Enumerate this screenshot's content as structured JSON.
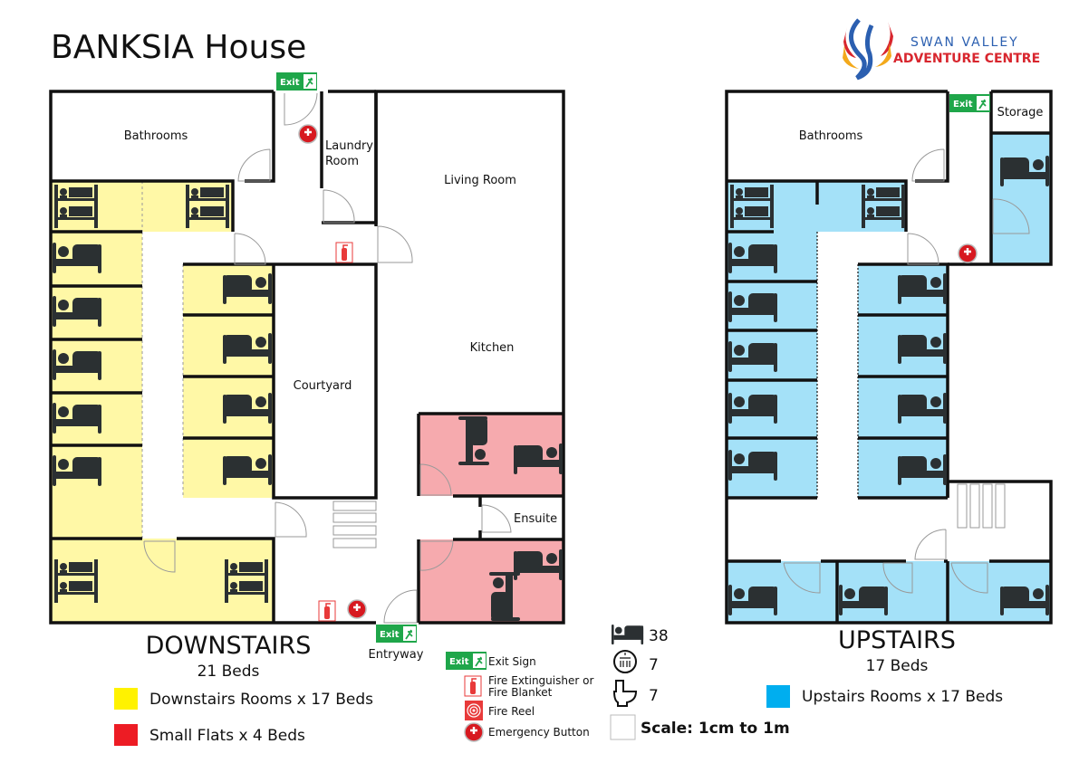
{
  "title": "BANKSIA House",
  "logo": {
    "line1": "SWAN VALLEY",
    "line2": "ADVENTURE CENTRE",
    "colors": {
      "blue": "#2b5fb0",
      "red": "#d8262e",
      "orange": "#f3a91b"
    }
  },
  "downstairs": {
    "heading": "DOWNSTAIRS",
    "beds": "21 Beds",
    "rooms": {
      "bathrooms": "Bathrooms",
      "laundry1": "Laundry",
      "laundry2": "Room",
      "living": "Living Room",
      "kitchen": "Kitchen",
      "courtyard": "Courtyard",
      "ensuite": "Ensuite",
      "entryway": "Entryway"
    }
  },
  "upstairs": {
    "heading": "UPSTAIRS",
    "beds": "17 Beds",
    "rooms": {
      "bathrooms": "Bathrooms",
      "storage": "Storage"
    }
  },
  "exit_label": "Exit",
  "legend": {
    "downstairs_rooms": "Downstairs Rooms x 17 Beds",
    "small_flats": "Small Flats x 4 Beds",
    "upstairs_rooms": "Upstairs Rooms x 17 Beds",
    "exit_sign": "Exit Sign",
    "fire_ext1": "Fire Extinguisher or",
    "fire_ext2": "Fire Blanket",
    "fire_reel": "Fire Reel",
    "emergency": "Emergency Button",
    "scale": "Scale: 1cm to 1m",
    "colors": {
      "yellow": "#fff200",
      "red": "#ed1c24",
      "blue": "#00aeef"
    }
  },
  "stats": {
    "beds": "38",
    "showers": "7",
    "toilets": "7"
  }
}
